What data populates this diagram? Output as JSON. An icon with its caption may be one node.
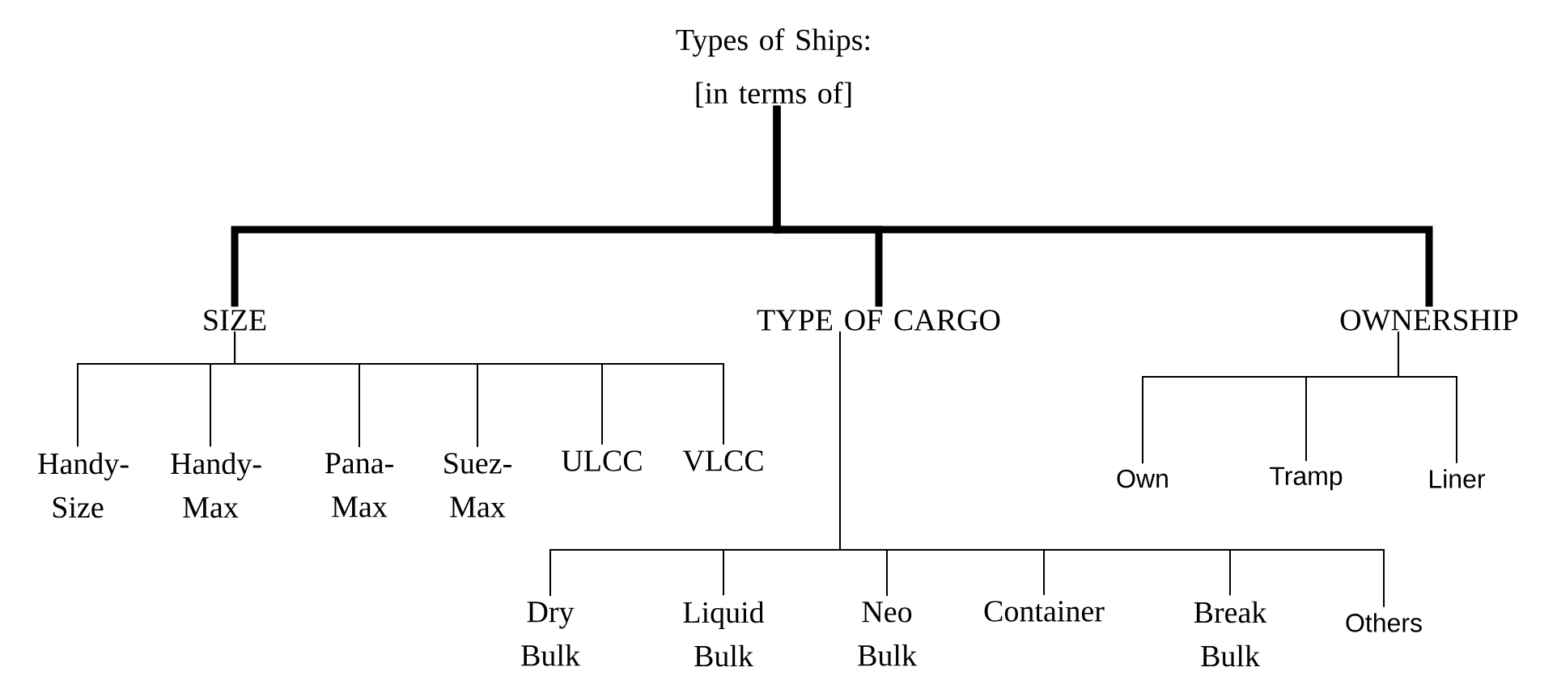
{
  "diagram": {
    "nodes": [
      {
        "text": [
          "Types of Ships:",
          "[in terms of]"
        ]
      },
      {
        "text": [
          "SIZE"
        ]
      },
      {
        "text": [
          "TYPE OF CARGO"
        ]
      },
      {
        "text": [
          "OWNERSHIP"
        ]
      },
      {
        "text": [
          "Handy- Size"
        ]
      },
      {
        "text": [
          "Handy- Max"
        ]
      },
      {
        "text": [
          "Pana- Max"
        ]
      },
      {
        "text": [
          "Suez- Max"
        ]
      },
      {
        "text": [
          "ULCC"
        ]
      },
      {
        "text": [
          "VLCC"
        ]
      },
      {
        "text": [
          "Own"
        ]
      },
      {
        "text": [
          "Tramp"
        ]
      },
      {
        "text": [
          "Liner"
        ]
      },
      {
        "text": [
          "Dry Bulk"
        ]
      },
      {
        "text": [
          "Liquid Bulk"
        ]
      },
      {
        "text": [
          "Neo Bulk"
        ]
      },
      {
        "text": [
          "Container"
        ]
      },
      {
        "text": [
          "Break Bulk"
        ]
      },
      {
        "text": [
          "Others"
        ]
      }
    ],
    "edges": [
      {
        "from": 0,
        "to": 1,
        "arrow": "none",
        "style": "thick"
      },
      {
        "from": 0,
        "to": 2,
        "arrow": "none",
        "style": "thick"
      },
      {
        "from": 0,
        "to": 3,
        "arrow": "none",
        "style": "thick"
      },
      {
        "from": 1,
        "to": 4,
        "arrow": "none"
      },
      {
        "from": 1,
        "to": 5,
        "arrow": "none"
      },
      {
        "from": 1,
        "to": 6,
        "arrow": "none"
      },
      {
        "from": 1,
        "to": 7,
        "arrow": "none"
      },
      {
        "from": 1,
        "to": 8,
        "arrow": "none"
      },
      {
        "from": 1,
        "to": 9,
        "arrow": "none"
      },
      {
        "from": 3,
        "to": 10,
        "arrow": "none"
      },
      {
        "from": 3,
        "to": 11,
        "arrow": "none"
      },
      {
        "from": 3,
        "to": 12,
        "arrow": "none"
      },
      {
        "from": 2,
        "to": 13,
        "arrow": "none"
      },
      {
        "from": 2,
        "to": 14,
        "arrow": "none"
      },
      {
        "from": 2,
        "to": 15,
        "arrow": "none"
      },
      {
        "from": 2,
        "to": 16,
        "arrow": "none"
      },
      {
        "from": 2,
        "to": 17,
        "arrow": "none"
      },
      {
        "from": 2,
        "to": 18,
        "arrow": "none"
      }
    ]
  }
}
